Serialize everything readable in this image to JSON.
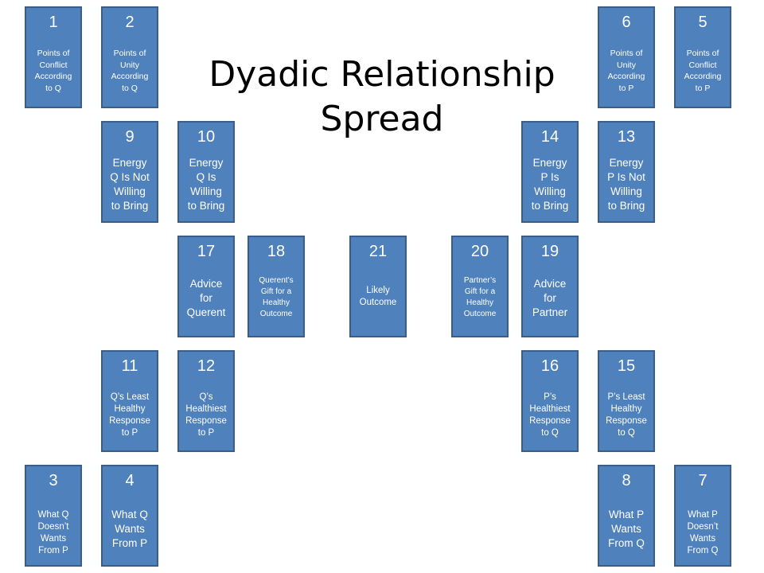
{
  "title": {
    "line1": "Dyadic Relationship",
    "line2": "Spread"
  },
  "cards": [
    {
      "n": "1",
      "label": "Points of\nConflict\nAccording\nto Q"
    },
    {
      "n": "2",
      "label": "Points of\nUnity\nAccording\nto Q"
    },
    {
      "n": "3",
      "label": "What Q\nDoesn’t\nWants\nFrom P"
    },
    {
      "n": "4",
      "label": "What Q\nWants\nFrom  P"
    },
    {
      "n": "5",
      "label": "Points of\nConflict\nAccording\nto P"
    },
    {
      "n": "6",
      "label": "Points of\nUnity\nAccording\nto P"
    },
    {
      "n": "7",
      "label": "What P\nDoesn’t\nWants\nFrom Q"
    },
    {
      "n": "8",
      "label": "What P\nWants\nFrom  Q"
    },
    {
      "n": "9",
      "label": "Energy\nQ Is Not\nWilling\nto Bring"
    },
    {
      "n": "10",
      "label": "Energy\nQ Is\nWilling\nto Bring"
    },
    {
      "n": "11",
      "label": "Q’s Least\nHealthy\nResponse\nto P"
    },
    {
      "n": "12",
      "label": "Q’s\nHealthiest\nResponse\nto P"
    },
    {
      "n": "13",
      "label": "Energy\nP Is Not\nWilling\nto Bring"
    },
    {
      "n": "14",
      "label": "Energy\nP Is\nWilling\nto Bring"
    },
    {
      "n": "15",
      "label": "P’s Least\nHealthy\nResponse\nto Q"
    },
    {
      "n": "16",
      "label": "P’s\nHealthiest\nResponse\nto Q"
    },
    {
      "n": "17",
      "label": "Advice\nfor\nQuerent"
    },
    {
      "n": "18",
      "label": "Querent’s\nGift for a\nHealthy\nOutcome"
    },
    {
      "n": "19",
      "label": "Advice\nfor\nPartner"
    },
    {
      "n": "20",
      "label": "Partner’s\nGift for a\nHealthy\nOutcome"
    },
    {
      "n": "21",
      "label": "Likely\nOutcome"
    }
  ]
}
